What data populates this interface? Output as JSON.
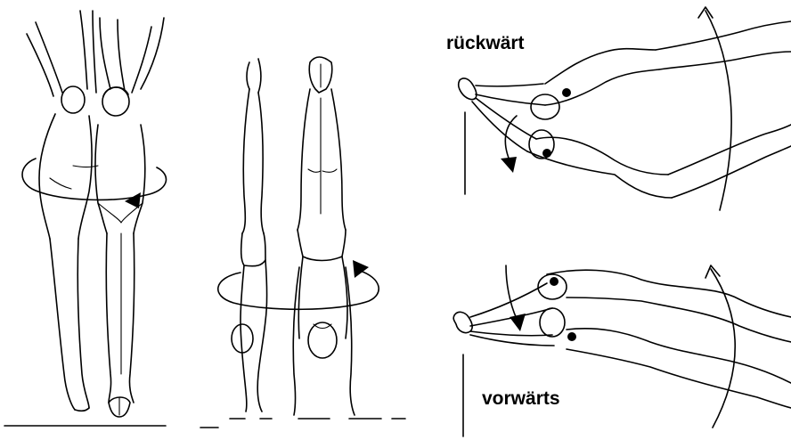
{
  "labels": {
    "backward": "rückwärt",
    "forward": "vorwärts"
  },
  "figures": [
    {
      "name": "twisting-jump-pair",
      "rotation": "longitudinal-axis"
    },
    {
      "name": "handstand-pair",
      "rotation": "longitudinal-axis"
    },
    {
      "name": "backward-roll-pair",
      "direction": "backward"
    },
    {
      "name": "forward-roll-pair",
      "direction": "forward"
    }
  ],
  "colors": {
    "ink": "#000000",
    "background": "#ffffff"
  }
}
